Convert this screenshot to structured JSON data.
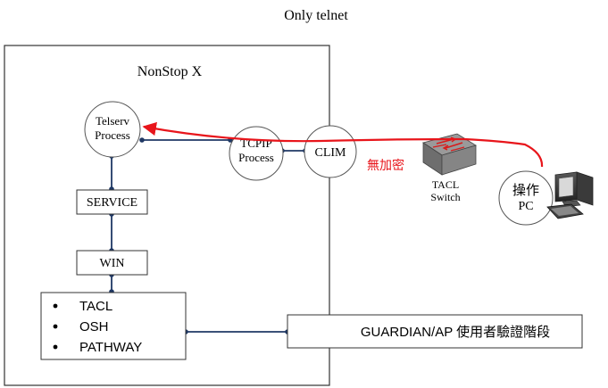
{
  "title": "Only telnet",
  "system_box": {
    "label": "NonStop X"
  },
  "nodes": {
    "telserv": {
      "line1": "Telserv",
      "line2": "Process"
    },
    "tcpip": {
      "line1": "TCPIP",
      "line2": "Process"
    },
    "clim": {
      "label": "CLIM"
    },
    "service": {
      "label": "SERVICE"
    },
    "win": {
      "label": "WIN"
    },
    "switch": {
      "line1": "TACL",
      "line2": "Switch"
    },
    "operator_pc": {
      "line1": "操作",
      "line2": "PC"
    }
  },
  "programs": [
    "TACL",
    "OSH",
    "PATHWAY"
  ],
  "guardian_box": {
    "label": "GUARDIAN/AP 使用者驗證階段"
  },
  "connection_label": "無加密",
  "colors": {
    "connection": "#e8151b",
    "link": "#1f3864",
    "border": "#333333"
  }
}
